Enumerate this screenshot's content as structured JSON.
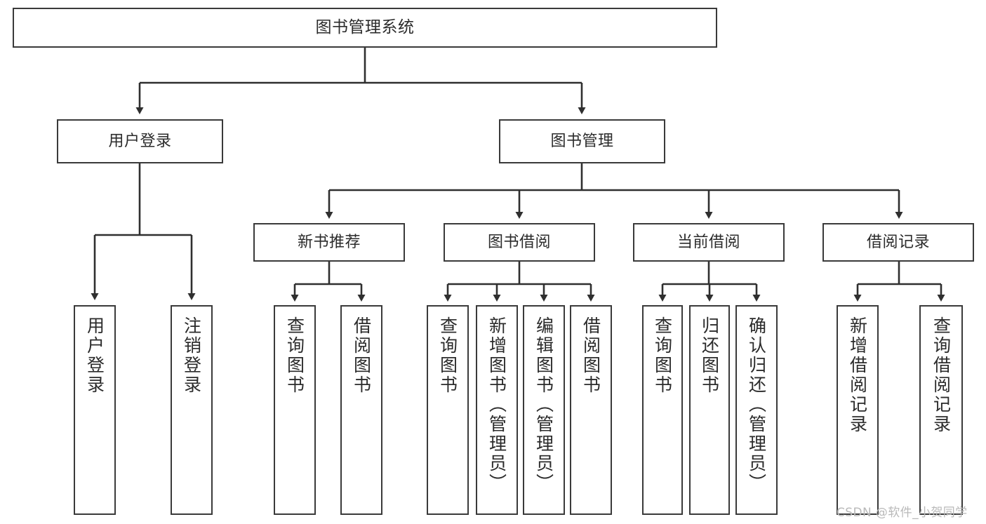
{
  "diagram": {
    "type": "tree-hierarchy",
    "title": "图书管理系统",
    "watermark": "CSDN @软件_小贺同学",
    "colors": {
      "box_border": "#3a3a3a",
      "box_fill": "#ffffff",
      "connector": "#2f2f2f",
      "text": "#2b2b2b",
      "watermark": "#b9b9b9",
      "background": "#ffffff"
    },
    "levels": {
      "level1": [
        {
          "id": "root",
          "label": "图书管理系统",
          "orientation": "horizontal"
        }
      ],
      "level2": [
        {
          "id": "user-login",
          "label": "用户登录",
          "orientation": "horizontal",
          "parent": "root"
        },
        {
          "id": "book-manage",
          "label": "图书管理",
          "orientation": "horizontal",
          "parent": "root"
        }
      ],
      "level3": [
        {
          "id": "new-book-rec",
          "label": "新书推荐",
          "orientation": "horizontal",
          "parent": "book-manage"
        },
        {
          "id": "book-borrow",
          "label": "图书借阅",
          "orientation": "horizontal",
          "parent": "book-manage"
        },
        {
          "id": "current-borrow",
          "label": "当前借阅",
          "orientation": "horizontal",
          "parent": "book-manage"
        },
        {
          "id": "borrow-record",
          "label": "借阅记录",
          "orientation": "horizontal",
          "parent": "book-manage"
        }
      ],
      "level4": [
        {
          "id": "leaf-user-login",
          "label": "用户登录",
          "orientation": "vertical",
          "parent": "user-login"
        },
        {
          "id": "leaf-user-logout",
          "label": "注销登录",
          "orientation": "vertical",
          "parent": "user-login"
        },
        {
          "id": "leaf-query-book-1",
          "label": "查询图书",
          "orientation": "vertical",
          "parent": "new-book-rec"
        },
        {
          "id": "leaf-borrow-book-1",
          "label": "借阅图书",
          "orientation": "vertical",
          "parent": "new-book-rec"
        },
        {
          "id": "leaf-query-book-2",
          "label": "查询图书",
          "orientation": "vertical",
          "parent": "book-borrow"
        },
        {
          "id": "leaf-add-book",
          "label": "新增图书（管理员）",
          "orientation": "vertical",
          "parent": "book-borrow"
        },
        {
          "id": "leaf-edit-book",
          "label": "编辑图书（管理员）",
          "orientation": "vertical",
          "parent": "book-borrow"
        },
        {
          "id": "leaf-borrow-book-2",
          "label": "借阅图书",
          "orientation": "vertical",
          "parent": "book-borrow"
        },
        {
          "id": "leaf-query-book-3",
          "label": "查询图书",
          "orientation": "vertical",
          "parent": "current-borrow"
        },
        {
          "id": "leaf-return-book",
          "label": "归还图书",
          "orientation": "vertical",
          "parent": "current-borrow"
        },
        {
          "id": "leaf-confirm-return",
          "label": "确认归还（管理员）",
          "orientation": "vertical",
          "parent": "current-borrow"
        },
        {
          "id": "leaf-add-record",
          "label": "新增借阅记录",
          "orientation": "vertical",
          "parent": "borrow-record"
        },
        {
          "id": "leaf-query-record",
          "label": "查询借阅记录",
          "orientation": "vertical",
          "parent": "borrow-record"
        }
      ]
    }
  }
}
